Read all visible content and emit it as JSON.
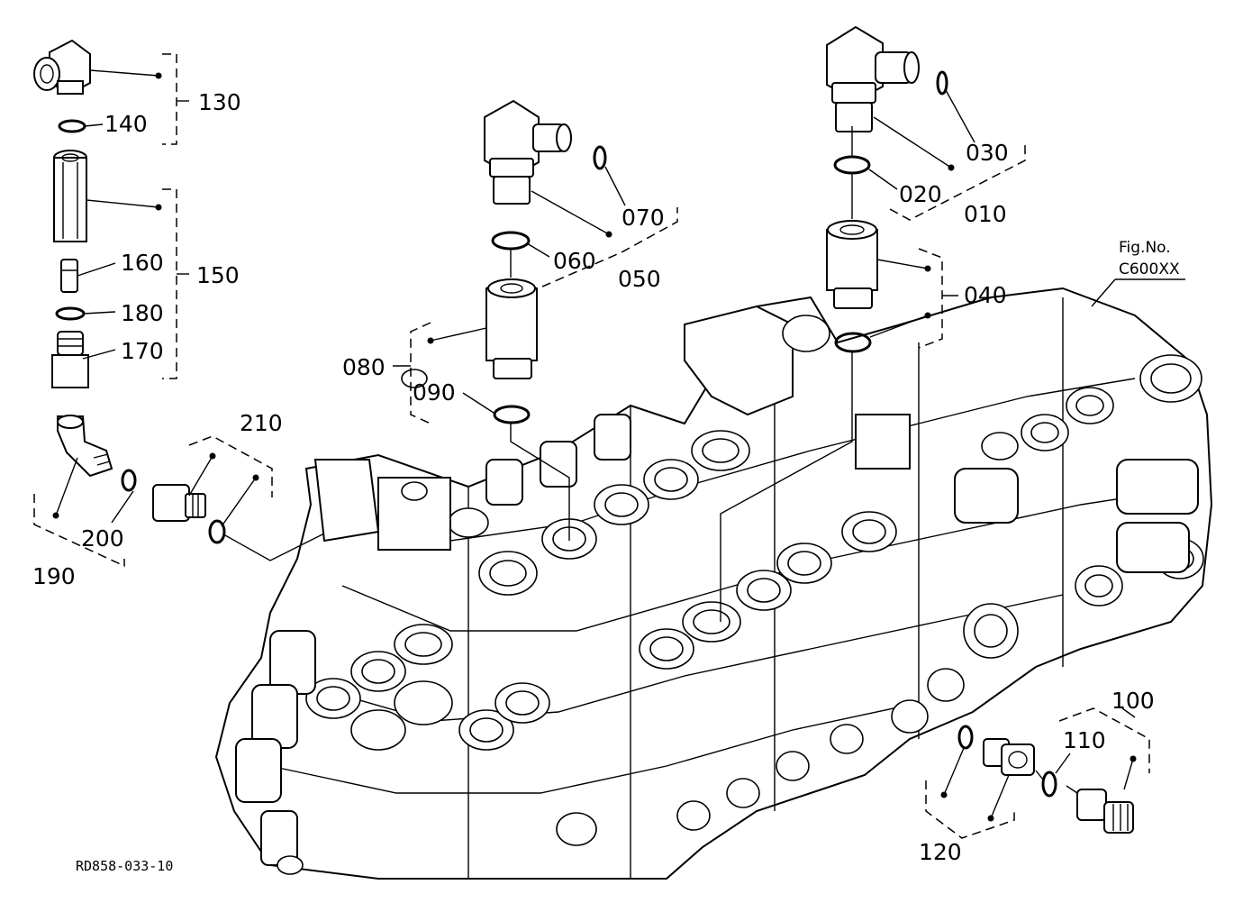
{
  "figure": {
    "fig_no_label": "Fig.No.",
    "fig_no_value": "C600XX",
    "drawing_code": "RD858-033-10"
  },
  "callouts": {
    "c010": "010",
    "c020": "020",
    "c030": "030",
    "c040": "040",
    "c050": "050",
    "c060": "060",
    "c070": "070",
    "c080": "080",
    "c090": "090",
    "c100": "100",
    "c110": "110",
    "c120": "120",
    "c130": "130",
    "c140": "140",
    "c150": "150",
    "c160": "160",
    "c170": "170",
    "c180": "180",
    "c190": "190",
    "c200": "200",
    "c210": "210"
  }
}
